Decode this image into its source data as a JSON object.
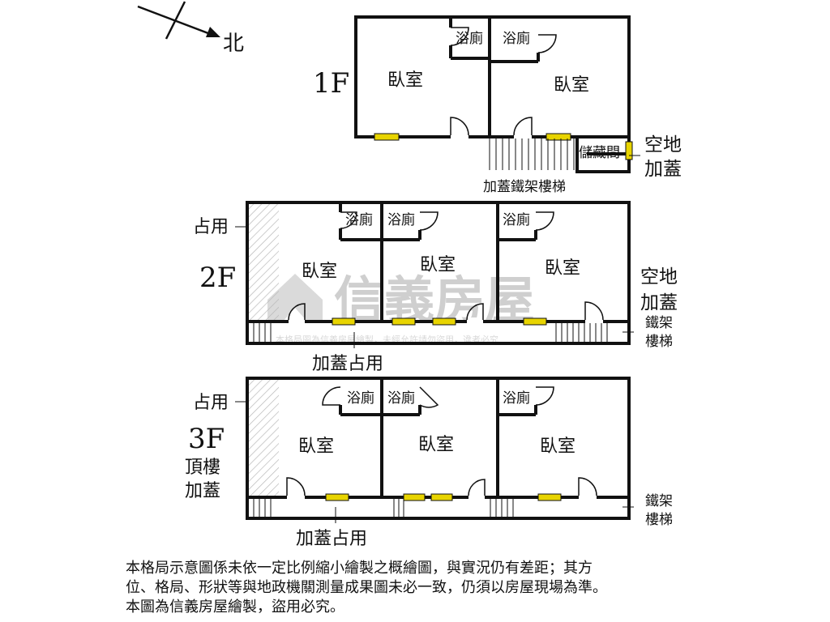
{
  "compass": {
    "north_label": "北"
  },
  "floor1": {
    "label": "1F",
    "bath_left": "浴廁",
    "bath_right": "浴廁",
    "bedroom_left": "臥室",
    "bedroom_right": "臥室",
    "storage": "儲藏間",
    "side_note_1": "空地",
    "side_note_2": "加蓋",
    "stair_note": "加蓋鐵架樓梯"
  },
  "floor2": {
    "label": "2F",
    "occupied_note": "占用",
    "bath_1": "浴廁",
    "bath_2": "浴廁",
    "bath_3": "浴廁",
    "bedroom_1": "臥室",
    "bedroom_2": "臥室",
    "bedroom_3": "臥室",
    "side_note_1": "空地",
    "side_note_2": "加蓋",
    "stair_note_1": "鐵架",
    "stair_note_2": "樓梯",
    "bottom_note": "加蓋占用"
  },
  "floor3": {
    "label": "3F",
    "sub_label_1": "頂樓",
    "sub_label_2": "加蓋",
    "occupied_note": "占用",
    "bath_1": "浴廁",
    "bath_2": "浴廁",
    "bath_3": "浴廁",
    "bedroom_1": "臥室",
    "bedroom_2": "臥室",
    "bedroom_3": "臥室",
    "stair_note_1": "鐵架",
    "stair_note_2": "樓梯",
    "bottom_note": "加蓋占用"
  },
  "watermark": {
    "brand": "信義房屋",
    "small_text": "本格局圖為信義房屋繪製，未經允許請勿盜用，違者必究"
  },
  "disclaimer": {
    "line1": "本格局示意圖係未依一定比例縮小繪製之概繪圖，與實況仍有差距；其方",
    "line2": "位、格局、形狀等與地政機關測量成果圖未必一致，仍須以房屋現場為準。",
    "line3": "本圖為信義房屋繪製，盜用必究。"
  },
  "colors": {
    "wall": "#111111",
    "window": "#e8d400",
    "hatch": "#b8b8b8"
  }
}
